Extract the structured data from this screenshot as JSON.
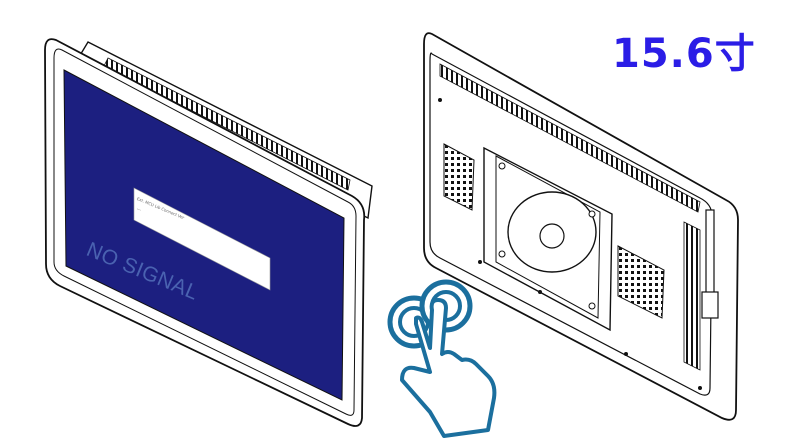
{
  "size_label": "15.6寸",
  "front_monitor": {
    "screen_message": "NO SIGNAL",
    "dialog_title": "Ext. MCU Lib Connect Ver",
    "dialog_line": "---"
  },
  "rear_monitor": {
    "mount": "vesa-mount-plate"
  },
  "colors": {
    "accent": "#2b1de6",
    "screen": "#1c1f80",
    "touch_icon": "#1b6f9e"
  }
}
